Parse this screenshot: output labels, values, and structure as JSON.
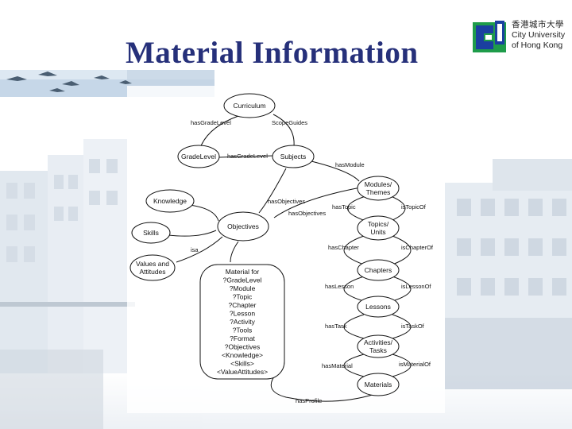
{
  "slide": {
    "title": "Material Information",
    "logo": {
      "chinese_name": "香港城市大學",
      "english_line1": "City University",
      "english_line2": "of Hong Kong"
    }
  },
  "diagram": {
    "nodes": {
      "curriculum": "Curriculum",
      "grade_level": "GradeLevel",
      "subjects": "Subjects",
      "modules": [
        "Modules/",
        "Themes"
      ],
      "topics": [
        "Topics/",
        "Units"
      ],
      "knowledge": "Knowledge",
      "skills": "Skills",
      "values": [
        "Values and",
        "Attitudes"
      ],
      "objectives": "Objectives",
      "chapters": "Chapters",
      "lessons": "Lessons",
      "activities": [
        "Activities/",
        "Tasks"
      ],
      "materials": "Materials"
    },
    "edges": {
      "has_grade_level": "hasGradeLevel",
      "scope_guides": "ScopeGuides",
      "has_grade_level2": "hasGradeLevel",
      "has_module": "hasModule",
      "has_objectives": "hasObjectives",
      "has_objectives2": "hasObjectives",
      "has_topic": "hasTopic",
      "is_topic_of": "isTopicOf",
      "isa": "isa",
      "has_chapter": "hasChapter",
      "is_chapter_of": "isChapterOf",
      "has_lesson": "hasLesson",
      "is_lesson_of": "isLessonOf",
      "has_task": "hasTask",
      "is_task_of": "isTaskOf",
      "has_material": "hasMaterial",
      "is_material_of": "isMaterialOf",
      "has_profile": "hasProfile"
    },
    "material_box": [
      "Material for",
      "?GradeLevel",
      "?Module",
      "?Topic",
      "?Chapter",
      "?Lesson",
      "?Activity",
      "?Tools",
      "?Format",
      "?Objectives",
      "<Knowledge>",
      "<Skills>",
      "<ValueAttitudes>"
    ]
  },
  "colors": {
    "title": "#26307a",
    "logo_blue": "#1a3fa0",
    "logo_green": "#1e9c4a"
  }
}
